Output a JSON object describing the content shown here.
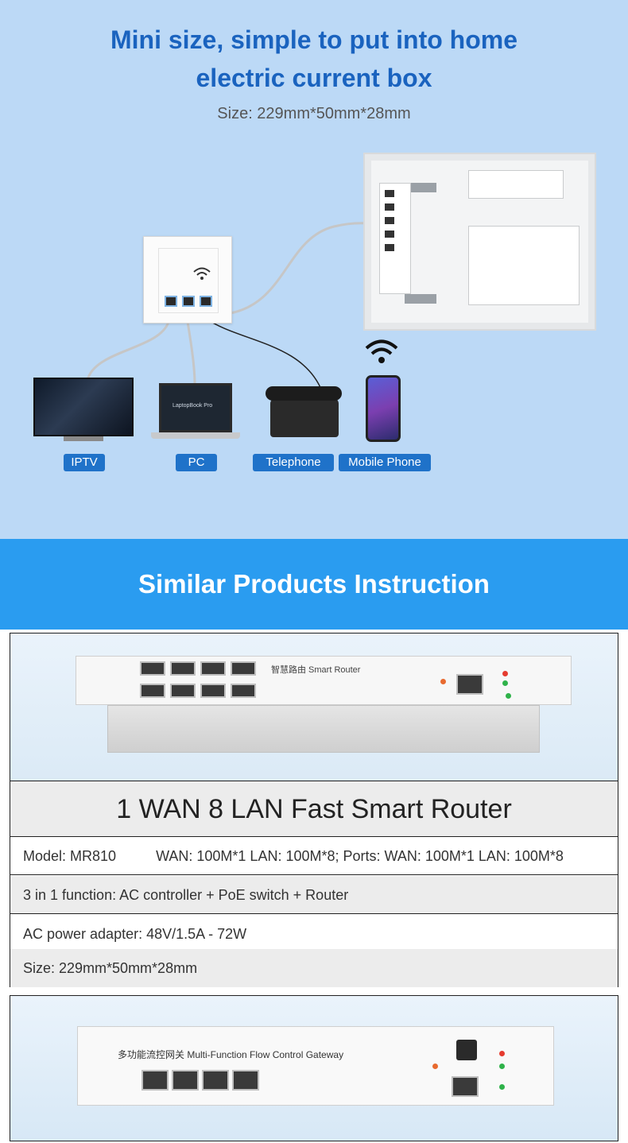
{
  "hero": {
    "title_line1": "Mini size, simple to put into home",
    "title_line2": "electric current box",
    "size": "Size: 229mm*50mm*28mm",
    "laptop_screen_text": "LaptopBook Pro",
    "labels": [
      "IPTV",
      "PC",
      "Telephone",
      "Mobile Phone"
    ],
    "accent_color": "#1a63bf",
    "label_color": "#1f72c9",
    "background_color": "#bcd9f6"
  },
  "banner": {
    "title": "Similar Products Instruction",
    "color": "#2a9cf0"
  },
  "product": {
    "name": "1 WAN 8 LAN Fast Smart Router",
    "router_label": "智慧路由 Smart Router",
    "rows": [
      "Model: MR810          WAN: 100M*1 LAN: 100M*8; Ports: WAN: 100M*1 LAN: 100M*8",
      "3 in 1 function: AC controller + PoE switch + Router",
      "AC power adapter: 48V/1.5A - 72W",
      "Size: 229mm*50mm*28mm"
    ]
  },
  "product2": {
    "label": "多功能流控网关 Multi-Function Flow Control Gateway"
  },
  "icons": [
    "wifi-icon",
    "tv-icon",
    "laptop-icon",
    "telephone-icon",
    "mobile-phone-icon",
    "router-icon"
  ]
}
